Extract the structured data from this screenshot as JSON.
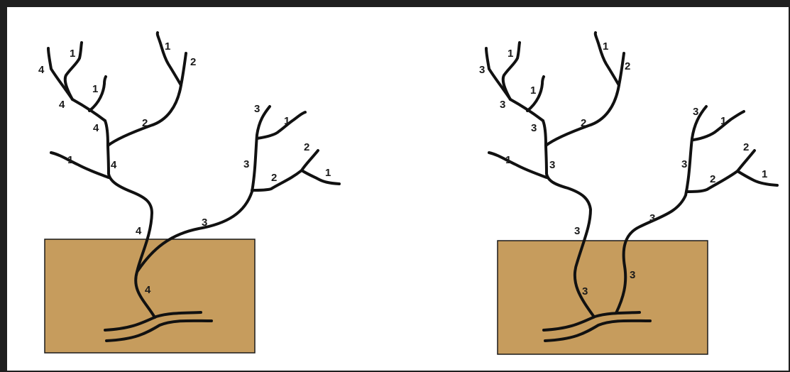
{
  "colors": {
    "ground": "#c69c5d",
    "ground_border": "#1a1a1a",
    "line": "#111111",
    "frame": "#1f1f1f"
  },
  "left_tree": {
    "labels": [
      "1",
      "4",
      "1",
      "2",
      "4",
      "1",
      "4",
      "2",
      "1",
      "4",
      "3",
      "1",
      "2",
      "3",
      "1",
      "2",
      "4",
      "3",
      "4"
    ]
  },
  "right_tree": {
    "labels": [
      "1",
      "3",
      "1",
      "2",
      "3",
      "1",
      "3",
      "2",
      "1",
      "3",
      "3",
      "1",
      "2",
      "3",
      "1",
      "2",
      "3",
      "3",
      "3",
      "3"
    ]
  }
}
